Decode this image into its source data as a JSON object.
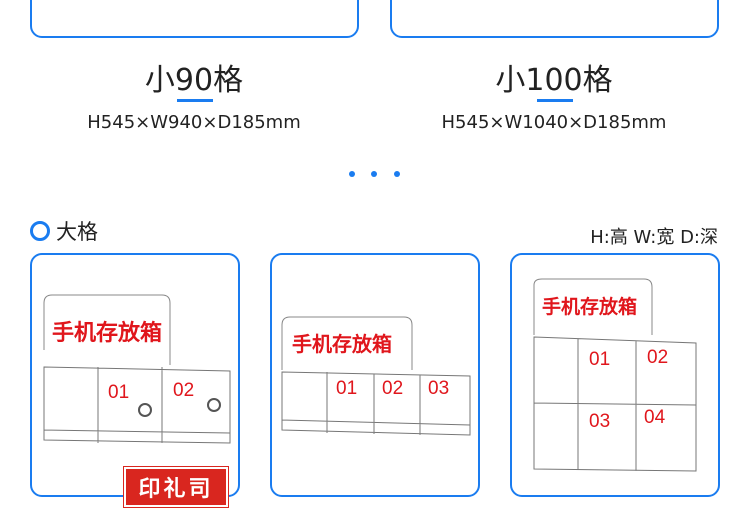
{
  "top_products": [
    {
      "title": "小90格",
      "dimensions": "H545×W940×D185mm"
    },
    {
      "title": "小100格",
      "dimensions": "H545×W1040×D185mm"
    }
  ],
  "section": {
    "title": "大格",
    "legend": "H:高  W:宽  D:深"
  },
  "products": [
    {
      "sign": "手机存放箱",
      "compartments": [
        "01",
        "02"
      ]
    },
    {
      "sign": "手机存放箱",
      "compartments": [
        "01",
        "02",
        "03"
      ]
    },
    {
      "sign": "手机存放箱",
      "compartments": [
        "01",
        "02",
        "03",
        "04"
      ]
    }
  ],
  "seal": "印礼司",
  "accent": "#1a7cf0"
}
